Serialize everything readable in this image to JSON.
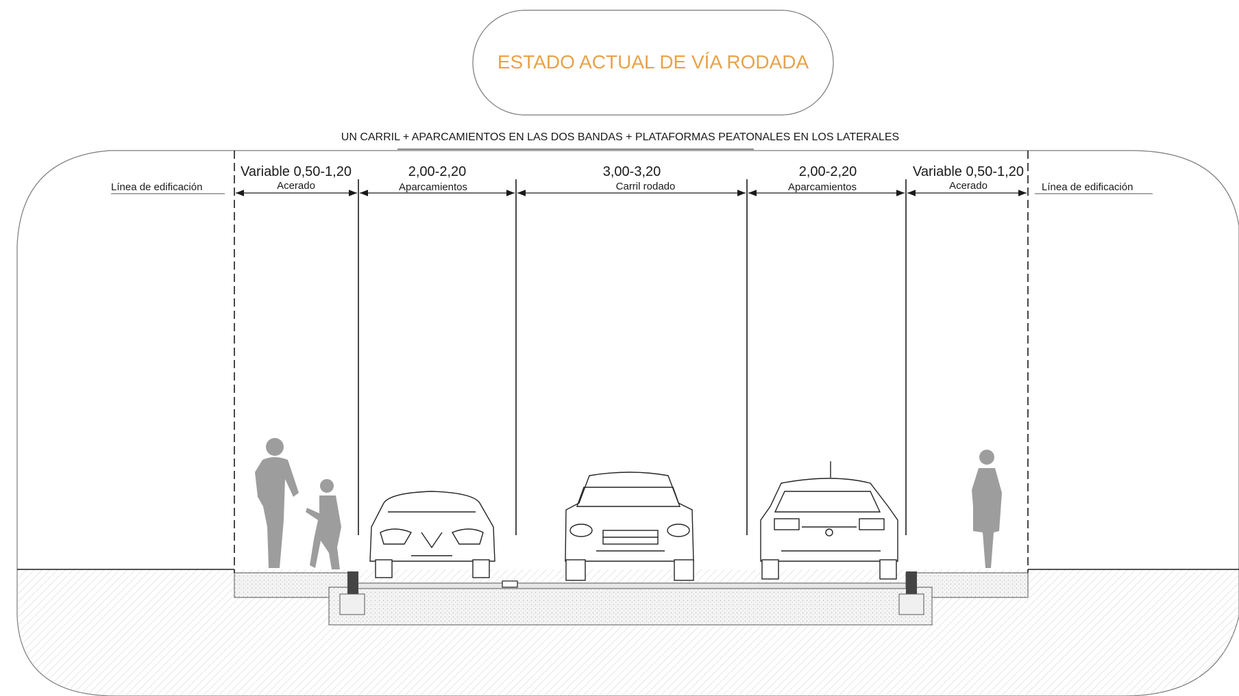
{
  "title": "ESTADO ACTUAL DE VÍA RODADA",
  "subtitle": "UN CARRIL + APARCAMIENTOS EN  LAS DOS BANDAS + PLATAFORMAS PEATONALES EN LOS LATERALES",
  "building_line_left": "Línea de edificación",
  "building_line_right": "Línea de edificación",
  "segments": [
    {
      "dimension": "Variable 0,50-1,20",
      "label": "Acerado"
    },
    {
      "dimension": "2,00-2,20",
      "label": "Aparcamientos"
    },
    {
      "dimension": "3,00-3,20",
      "label": "Carril rodado"
    },
    {
      "dimension": "2,00-2,20",
      "label": "Aparcamientos"
    },
    {
      "dimension": "Variable 0,50-1,20",
      "label": "Acerado"
    }
  ],
  "colors": {
    "title": "#e8a24a",
    "lines": "#1a1a1a",
    "frame": "#6b6b6b",
    "hatch": "#c9c9c9",
    "silhouette": "#9d9d9d"
  }
}
